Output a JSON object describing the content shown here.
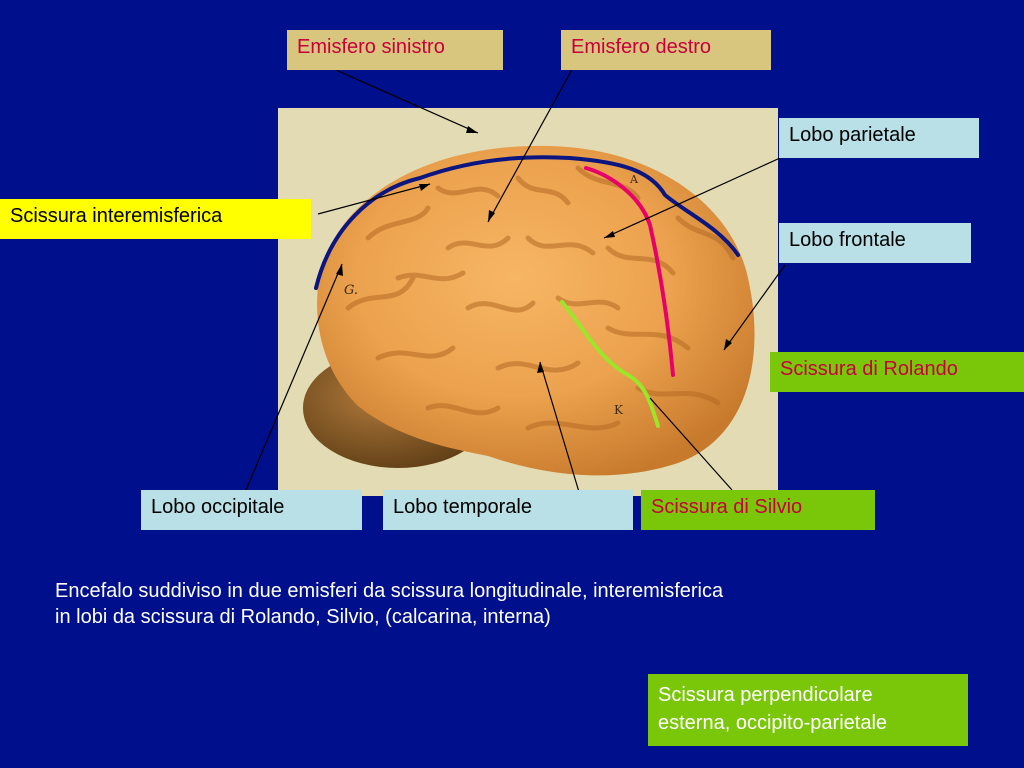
{
  "labels": {
    "emisfero_sinistro": "Emisfero sinistro",
    "emisfero_destro": "Emisfero destro",
    "lobo_parietale": "Lobo parietale",
    "scissura_interemisferica": "Scissura interemisferica",
    "lobo_frontale": "Lobo frontale",
    "scissura_di_rolando": "Scissura di Rolando",
    "lobo_occipitale": "Lobo occipitale",
    "lobo_temporale": "Lobo temporale",
    "scissura_di_silvio": "Scissura di Silvio"
  },
  "photo_marks": {
    "left": "G.",
    "right": "A",
    "lower": "K"
  },
  "caption": {
    "line1": "Encefalo suddiviso in due emisferi da scissura longitudinale, interemisferica",
    "line2": "in lobi da scissura di Rolando, Silvio, (calcarina,  interna)"
  },
  "note": {
    "line1": "Scissura perpendicolare",
    "line2": "esterna, occipito-parietale"
  },
  "colors": {
    "background": "#000f8c",
    "tan_label": "#d8c57e",
    "light_blue_label": "#b8e0e6",
    "yellow_label": "#ffff00",
    "green_label": "#7ac70a",
    "label_text_red": "#c8003c",
    "interhemispheric_line": "#0b1680",
    "rolando_line": "#e8006a",
    "silvio_line": "#9be629"
  }
}
